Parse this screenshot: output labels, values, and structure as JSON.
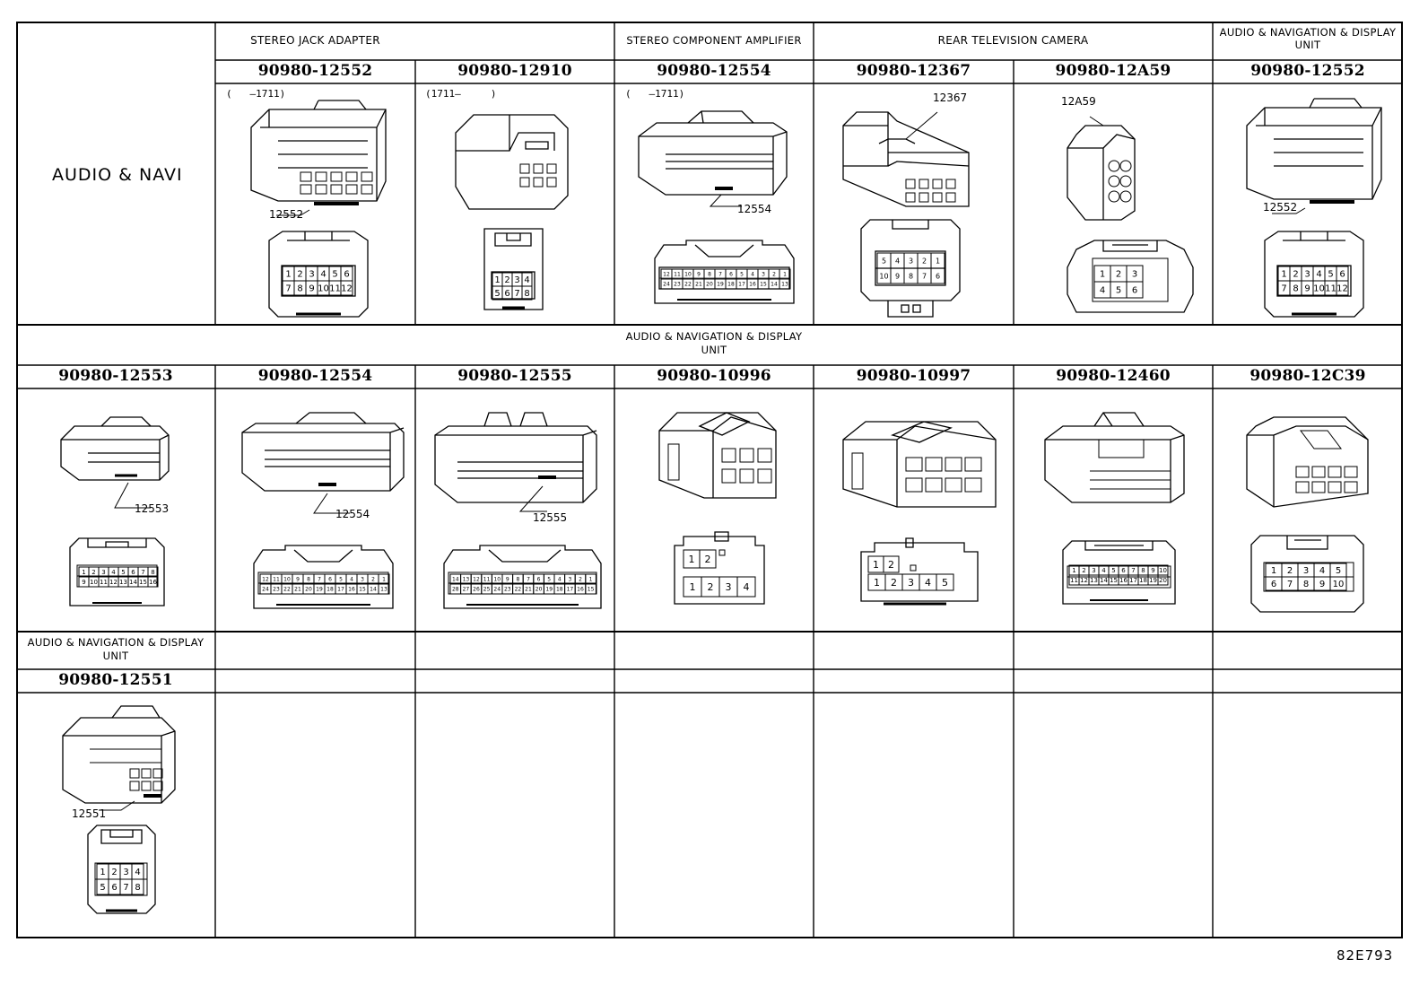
{
  "row1": {
    "label": "AUDIO & NAVI",
    "groups": {
      "stereo_jack": "STEREO JACK ADAPTER",
      "stereo_amp": "STEREO COMPONENT AMPLIFIER",
      "rear_camera": "REAR TELEVISION CAMERA",
      "audio_nav_line1": "AUDIO & NAVIGATION & DISPLAY",
      "audio_nav_line2": "UNIT"
    },
    "parts": [
      "90980-12552",
      "90980-12910",
      "90980-12554",
      "90980-12367",
      "90980-12A59",
      "90980-12552"
    ],
    "notes": [
      "(   –1711)",
      "(1711–     )",
      "(   –1711)"
    ],
    "codes": [
      "12552",
      "12554",
      "12367",
      "12A59",
      "12552"
    ]
  },
  "row2": {
    "group_line1": "AUDIO & NAVIGATION & DISPLAY",
    "group_line2": "UNIT",
    "parts": [
      "90980-12553",
      "90980-12554",
      "90980-12555",
      "90980-10996",
      "90980-10997",
      "90980-12460",
      "90980-12C39"
    ],
    "codes": [
      "12553",
      "12554",
      "12555"
    ]
  },
  "row3": {
    "group_line1": "AUDIO & NAVIGATION & DISPLAY",
    "group_line2": "UNIT",
    "parts": [
      "90980-12551"
    ],
    "codes": [
      "12551"
    ]
  },
  "footer_code": "82E793"
}
